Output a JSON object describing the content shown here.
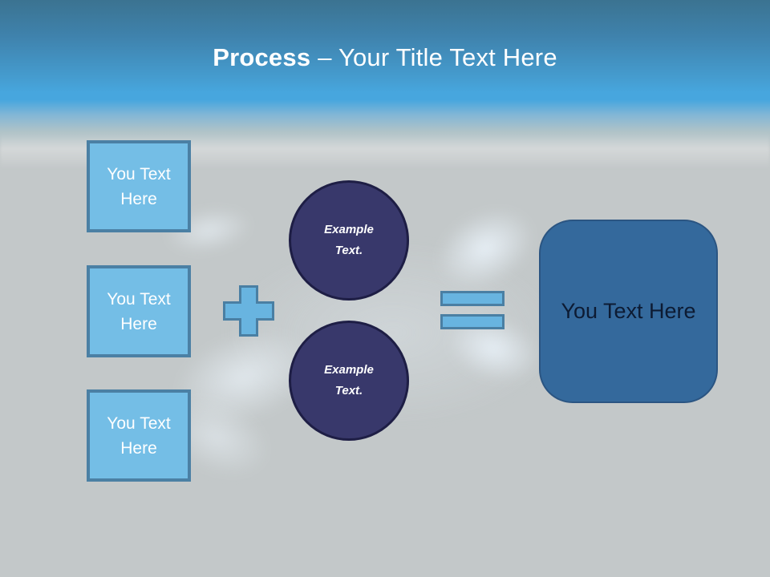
{
  "slide_title": {
    "emphasis": "Process",
    "rest": "– Your Title Text Here"
  },
  "left_boxes": [
    {
      "label": "You Text Here"
    },
    {
      "label": "You Text Here"
    },
    {
      "label": "You Text Here"
    }
  ],
  "circles": [
    {
      "label": "Example Text."
    },
    {
      "label": "Example Text."
    }
  ],
  "result_box": {
    "label": "You Text Here"
  },
  "icons": {
    "plus": "plus-icon",
    "equals": "equals-icon"
  },
  "colors": {
    "header_gradient_top": "#3b7391",
    "header_gradient_bright": "#47a6de",
    "body_background": "#c3c8c9",
    "square_fill": "#74bee6",
    "square_border": "#4b80a4",
    "operator_fill": "#68b4e0",
    "operator_border": "#4a7fa3",
    "circle_fill": "#38386b",
    "circle_border": "#1e1e45",
    "result_fill": "#34699c",
    "result_border": "#2b5582",
    "title_text": "#ffffff",
    "square_text": "#ffffff",
    "circle_text": "#ffffff",
    "result_text": "#0d1b33"
  }
}
